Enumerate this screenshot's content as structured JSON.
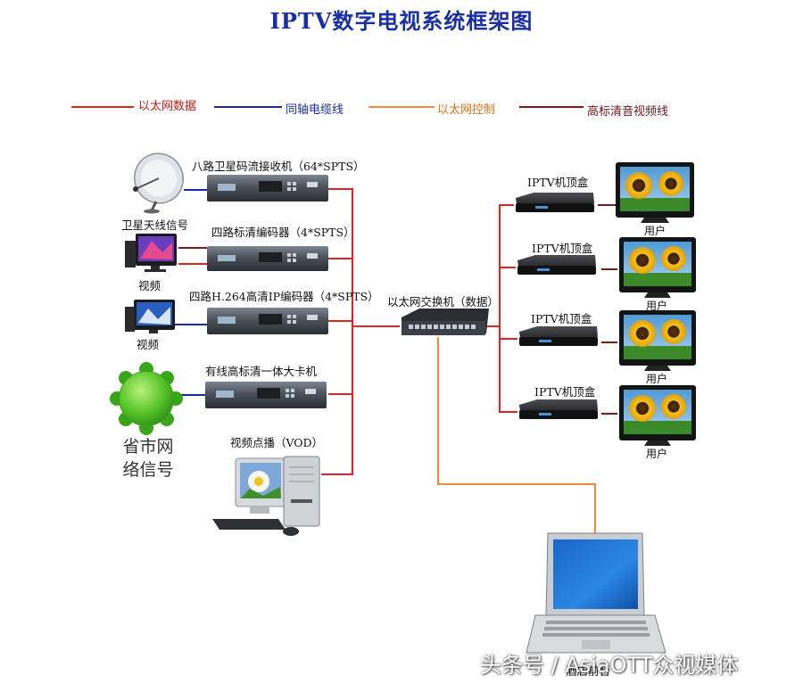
{
  "title": "IPTV数字电视系统框架图",
  "legend": [
    {
      "label": "以太网数据",
      "color": "#e32222"
    },
    {
      "label": "同轴电缆线",
      "color": "#1a2aa6"
    },
    {
      "label": "以太网控制",
      "color": "#f08a3a"
    },
    {
      "label": "高标清音视频线",
      "color": "#7a1a1a"
    }
  ],
  "headend": {
    "receiver_label": "八路卫星码流接收机（64*SPTS）",
    "sd_encoder_label": "四路标清编码器（4*SPTS）",
    "hd_encoder_label": "四路H.264高清IP编码器（4*SPTS）",
    "cable_card_label": "有线高标清一体大卡机",
    "vod_label": "视频点播（VOD）"
  },
  "sources": {
    "satellite_label": "卫星天线信号",
    "video1_label": "视频",
    "video2_label": "视频",
    "provincial_line1": "省市网",
    "provincial_line2": "络信号"
  },
  "switch_label": "以太网交换机（数据）",
  "stbs": [
    {
      "stb_label": "IPTV机顶盒",
      "user_label": "用户"
    },
    {
      "stb_label": "IPTV机顶盒",
      "user_label": "用户"
    },
    {
      "stb_label": "IPTV机顶盒",
      "user_label": "用户"
    },
    {
      "stb_label": "IPTV机顶盒",
      "user_label": "用户"
    }
  ],
  "front_desk_label": "酒店前台",
  "watermark": "头条号 / AsiaOTT众视媒体"
}
